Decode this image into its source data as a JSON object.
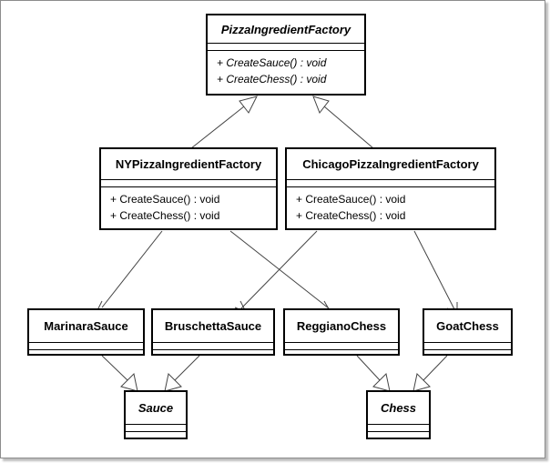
{
  "diagram": {
    "classes": {
      "factory": {
        "name": "PizzaIngredientFactory",
        "operations": [
          "+ CreateSauce() : void",
          "+ CreateChess() : void"
        ]
      },
      "ny": {
        "name": "NYPizzaIngredientFactory",
        "operations": [
          "+ CreateSauce() : void",
          "+ CreateChess() : void"
        ]
      },
      "chicago": {
        "name": "ChicagoPizzaIngredientFactory",
        "operations": [
          "+ CreateSauce() : void",
          "+ CreateChess() : void"
        ]
      },
      "marinara": {
        "name": "MarinaraSauce"
      },
      "bruschetta": {
        "name": "BruschettaSauce"
      },
      "reggiano": {
        "name": "ReggianoChess"
      },
      "goat": {
        "name": "GoatChess"
      },
      "sauce": {
        "name": "Sauce"
      },
      "chess": {
        "name": "Chess"
      }
    },
    "relations": [
      {
        "type": "generalization",
        "from": "ny",
        "to": "factory"
      },
      {
        "type": "generalization",
        "from": "chicago",
        "to": "factory"
      },
      {
        "type": "association",
        "from": "ny",
        "to": "marinara"
      },
      {
        "type": "association",
        "from": "ny",
        "to": "reggiano"
      },
      {
        "type": "association",
        "from": "chicago",
        "to": "bruschetta"
      },
      {
        "type": "association",
        "from": "chicago",
        "to": "goat"
      },
      {
        "type": "generalization",
        "from": "marinara",
        "to": "sauce"
      },
      {
        "type": "generalization",
        "from": "bruschetta",
        "to": "sauce"
      },
      {
        "type": "generalization",
        "from": "reggiano",
        "to": "chess"
      },
      {
        "type": "generalization",
        "from": "goat",
        "to": "chess"
      }
    ]
  }
}
